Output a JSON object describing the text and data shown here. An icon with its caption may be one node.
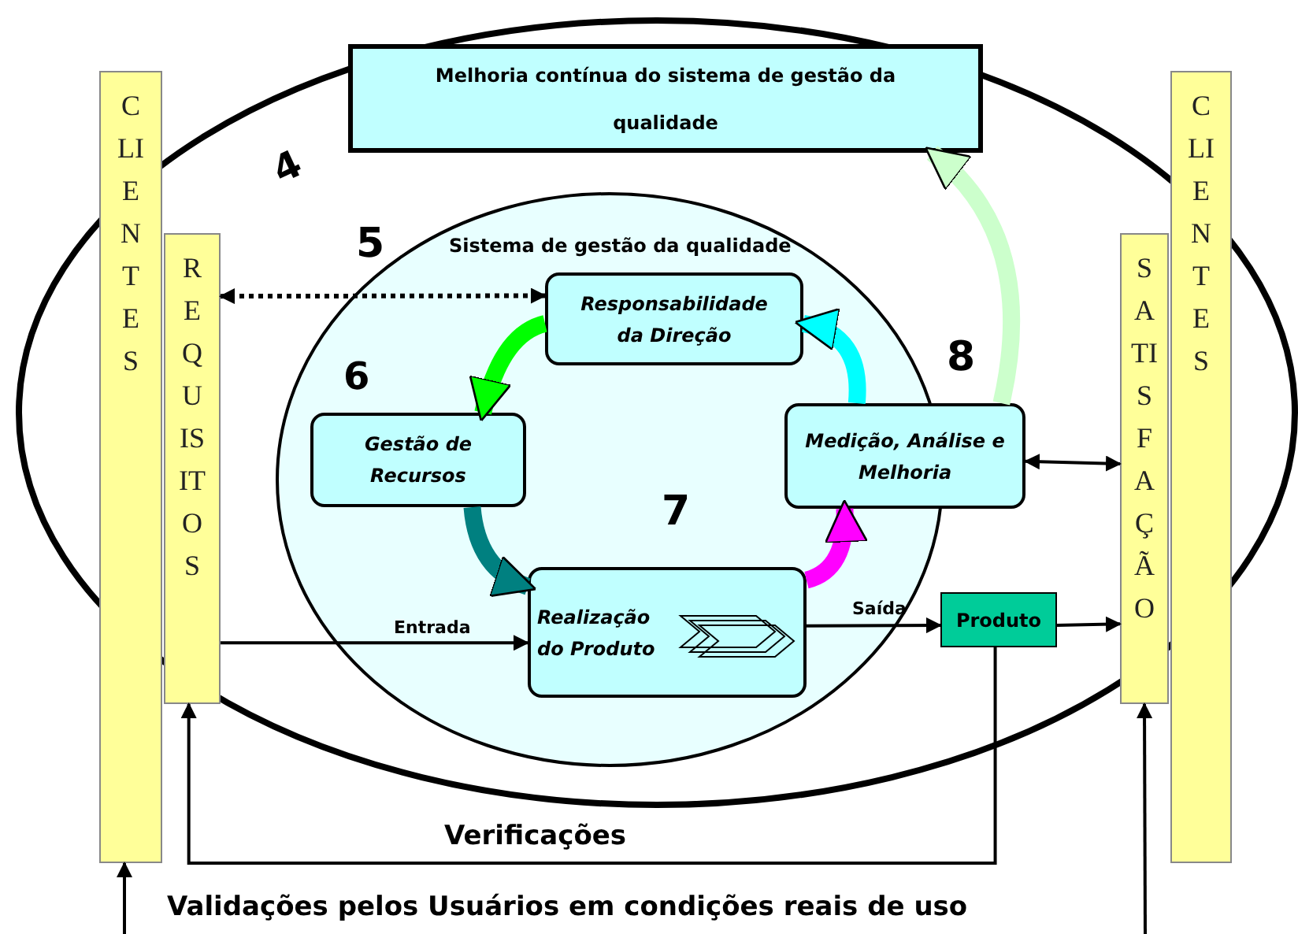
{
  "diagram": {
    "nodes": [
      {
        "text": [
          "CLIENTES"
        ]
      },
      {
        "text": [
          "REQUISITOS"
        ]
      },
      {
        "text": [
          "Melhoria contínua do sistema de gestão da qualidade"
        ]
      },
      {
        "text": [
          "Sistema de gestão da qualidade"
        ]
      },
      {
        "text": [
          "Responsabilidade da Direção"
        ],
        "in": 3
      },
      {
        "text": [
          "Gestão de Recursos"
        ],
        "in": 3
      },
      {
        "text": [
          "Realização do Produto"
        ],
        "in": 3
      },
      {
        "text": [
          "Medição, Análise e Melhoria"
        ]
      },
      {
        "text": [
          "Produto"
        ]
      },
      {
        "text": [
          "SATISFAÇÃO"
        ]
      },
      {
        "text": [
          "CLIENTES"
        ]
      }
    ],
    "edges": [
      {
        "from": 1,
        "to": 4,
        "arrow": "both",
        "style": "dashed"
      },
      {
        "from": 1,
        "to": 6,
        "arrow": "to",
        "label": "Entrada"
      },
      {
        "from": 6,
        "to": 8,
        "arrow": "to",
        "label": "Saída"
      },
      {
        "from": 8,
        "to": 9,
        "arrow": "to"
      },
      {
        "from": 7,
        "to": 9,
        "arrow": "both"
      },
      {
        "from": 8,
        "to": 1,
        "arrow": "to",
        "label": "Verificações"
      },
      {
        "from": null,
        "to": 0,
        "arrow": "to"
      },
      {
        "from": null,
        "to": 9,
        "arrow": "to"
      },
      {
        "from": 4,
        "to": 5,
        "arrow": "to",
        "style": "thick",
        "color": "#00ff00"
      },
      {
        "from": 5,
        "to": 6,
        "arrow": "to",
        "style": "thick",
        "color": "#008080"
      },
      {
        "from": 6,
        "to": 7,
        "arrow": "to",
        "style": "thick",
        "color": "#ff00ff"
      },
      {
        "from": 7,
        "to": 4,
        "arrow": "to",
        "style": "thick",
        "color": "#00ffff"
      },
      {
        "from": 7,
        "to": 2,
        "arrow": "to",
        "style": "thick",
        "color": "#ccffcc"
      }
    ],
    "labels": [
      "4",
      "5",
      "6",
      "7",
      "8",
      "Validações pelos Usuários em condições reais de uso"
    ]
  }
}
